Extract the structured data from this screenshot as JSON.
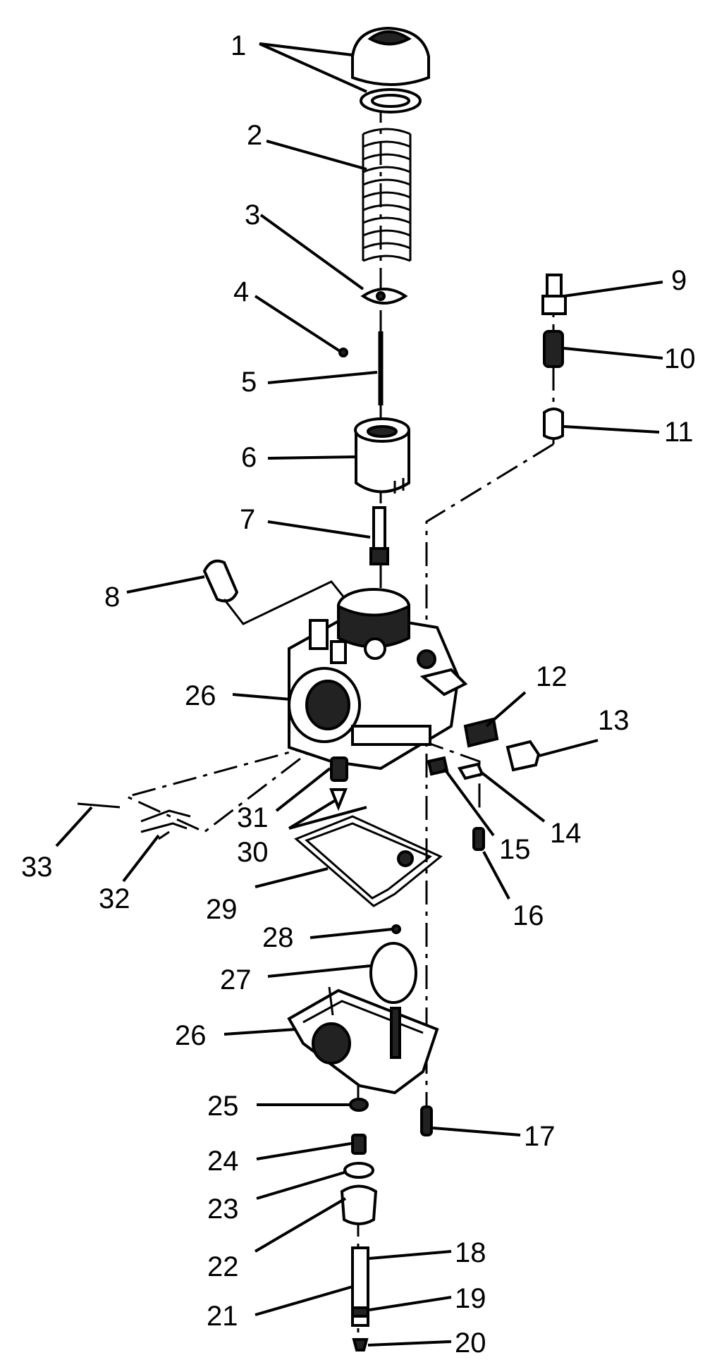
{
  "callouts": [
    {
      "id": "c1",
      "text": "1"
    },
    {
      "id": "c2",
      "text": "2"
    },
    {
      "id": "c3",
      "text": "3"
    },
    {
      "id": "c4",
      "text": "4"
    },
    {
      "id": "c5",
      "text": "5"
    },
    {
      "id": "c6",
      "text": "6"
    },
    {
      "id": "c7",
      "text": "7"
    },
    {
      "id": "c8",
      "text": "8"
    },
    {
      "id": "c9",
      "text": "9"
    },
    {
      "id": "c10",
      "text": "10"
    },
    {
      "id": "c11",
      "text": "11"
    },
    {
      "id": "c12",
      "text": "12"
    },
    {
      "id": "c13",
      "text": "13"
    },
    {
      "id": "c14",
      "text": "14"
    },
    {
      "id": "c15",
      "text": "15"
    },
    {
      "id": "c16",
      "text": "16"
    },
    {
      "id": "c17",
      "text": "17"
    },
    {
      "id": "c18",
      "text": "18"
    },
    {
      "id": "c19",
      "text": "19"
    },
    {
      "id": "c20",
      "text": "20"
    },
    {
      "id": "c21",
      "text": "21"
    },
    {
      "id": "c22",
      "text": "22"
    },
    {
      "id": "c23",
      "text": "23"
    },
    {
      "id": "c24",
      "text": "24"
    },
    {
      "id": "c25",
      "text": "25"
    },
    {
      "id": "c26a",
      "text": "26"
    },
    {
      "id": "c26b",
      "text": "26"
    },
    {
      "id": "c27",
      "text": "27"
    },
    {
      "id": "c28",
      "text": "28"
    },
    {
      "id": "c29",
      "text": "29"
    },
    {
      "id": "c30",
      "text": "30"
    },
    {
      "id": "c31",
      "text": "31"
    },
    {
      "id": "c32",
      "text": "32"
    },
    {
      "id": "c33",
      "text": "33"
    }
  ]
}
